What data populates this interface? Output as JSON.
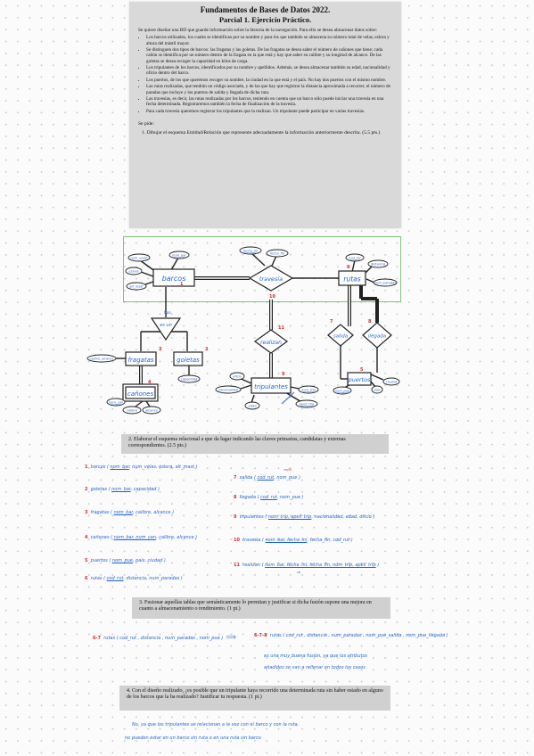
{
  "exam": {
    "title": "Fundamentos de Bases de Datos 2022.",
    "subtitle": "Parcial 1. Ejercicio Práctico.",
    "intro": "Se quiere diseñar una BD que guarde información sobre la historia de la navegación. Para ello se desea almacenar datos sobre:",
    "requirements": [
      "Los barcos utilizados, los cuales se identifican por su nombre y para los que también se almacena su número total de velas, eslora y altura del mástil mayor.",
      "Se distinguen dos tipos de barcos: las fragatas y las goletas. De las fragatas se desea saber el número de cañones que tiene; cada cañón se identifica por un número dentro de la fragata en la que está y hay que saber su calibre y su longitud de alcance. De las goletas se desea recoger la capacidad en kilos de carga.",
      "Los tripulantes de los barcos, identificados por su nombre y apellidos. Además, se desea almacenar también su edad, nacionalidad y oficio dentro del barco.",
      "Los puertos, de los que queremos recoger su nombre, la ciudad en la que está y el país. No hay dos puertos con el mismo nombre.",
      "Las rutas realizadas, que tendrán un código asociado, y de las que hay que registrar la distancia aproximada a recorrer, el número de paradas que incluye y los puertos de salida y llegada de dicha ruta.",
      "Las travesías, es decir, las rutas realizadas por los barcos, teniendo en cuenta que un barco sólo puede iniciar una travesía en una fecha determinada. Registraremos también la fecha de finalización de la travesía.",
      "Para cada travesía queremos registrar los tripulantes que la realizan. Un tripulante puede participar en varias travesías."
    ],
    "se_pide": "Se pide:",
    "task1": "1.   Dibujar el esquema Entidad/Relación que represente adecuadamente la información anteriormente descrita. (5.5 pts.)",
    "task2": "2.   Elaborar el esquema relacional a que da lugar indicando las claves primarias, candidatas y externas correspondientes. (2.5 pts.)",
    "task3": "3.   Fusionar aquellas tablas que semánticamente lo permitan y justificar si dicha fusión supone una mejora en cuanto a almacenamiento o rendimiento. (1 pt.)",
    "task4": "4.   Con el diseño realizado, ¿es posible que un tripulante haya recorrido una determinada ruta sin haber estado en alguno de los barcos que la ha realizado? Justificar tu respuesta. (1 pt.)"
  },
  "er": {
    "entities": {
      "barcos": "barcos",
      "fragatas": "fragatas",
      "goletas": "goletas",
      "canones": "cañones",
      "tripulantes": "tripulantes",
      "rutas": "rutas",
      "puertos": "puertos"
    },
    "relations": {
      "travesia": "travesía",
      "realizan": "realizan",
      "salida": "salida",
      "llegada": "llegada",
      "isa": "es un"
    },
    "attributes": {
      "num_velas": "num_velas",
      "nom_bar": "nom_bar",
      "eslora": "eslora",
      "alt_mast": "alt_mast",
      "fecha_ini": "fecha_ini",
      "fecha_fin": "fecha_fin",
      "cod_rut": "cod_rut",
      "distancia": "distancia",
      "num_paradas": "num_paradas",
      "tipo": "tipo",
      "calibre_alcance": "calibre, alcance",
      "capacidad": "capacidad",
      "num_can": "num_can",
      "calibre": "calibre",
      "alcance": "alcance",
      "oficio": "oficio",
      "nacionalidad": "nacionalidad",
      "edad": "edad",
      "nom_trip": "nom_trip",
      "apell_trip": "apell_trip",
      "nom_pue": "nom_pue",
      "pais": "pais",
      "ciudad": "ciudad"
    },
    "numbers": {
      "barcos": "1",
      "goletas": "2",
      "fragatas": "3",
      "canones": "4",
      "puertos": "5",
      "rutas": "6",
      "salida": "7",
      "llegada": "8",
      "tripulantes": "9",
      "travesia": "10",
      "realizan": "11"
    }
  },
  "relational": {
    "left": [
      {
        "n": "1",
        "name": "barcos",
        "pk": "nom_bar",
        "rest": ", num_velas, eslora, alt_mast"
      },
      {
        "n": "2",
        "name": "goletas",
        "pk": "nom_bar",
        "rest": ", capacidad"
      },
      {
        "n": "3",
        "name": "fragatas",
        "pk": "nom_bar",
        "rest": ", calibre, alcance"
      },
      {
        "n": "4",
        "name": "cañones",
        "pk": "nom_bar, num_can",
        "rest": ", calibre, alcance"
      },
      {
        "n": "5",
        "name": "puertos",
        "pk": "nom_pue",
        "rest": ", pais, ciudad"
      },
      {
        "n": "6",
        "name": "rutas",
        "pk": "cod_rut",
        "rest": ", distancia, num_paradas"
      }
    ],
    "right": [
      {
        "n": "7",
        "name": "salida",
        "pk": "cod_rut",
        "rest": ", nom_pue"
      },
      {
        "n": "8",
        "name": "llegada",
        "pk": "cod_rut",
        "rest": ", nom_pue"
      },
      {
        "n": "9",
        "name": "tripulantes",
        "pk": "nom_trip, apell_trip",
        "rest": ", nacionalidad, edad, oficio"
      },
      {
        "n": "10",
        "name": "travesia",
        "pk": "nom_bar, fecha_ini",
        "rest": ", fecha_fin, cod_rut"
      },
      {
        "n": "11",
        "name": "realizan",
        "pk": "nom_bar, fecha_ini, fecha_fin, nom_trip, apell_trip",
        "rest": ""
      }
    ],
    "ce": "ce(6)",
    "cp": "cp"
  },
  "fusion": {
    "left_label": "6-7",
    "left_name": "rutas",
    "left_fields": "cod_rut , distancia , num_paradas , nom_pue",
    "right_label": "6-7-8",
    "right_name": "rutas",
    "right_fields": "cod_rut , distancia , num_paradas , nom_pue_salida , nom_pue_llegada",
    "note_line1": "es una muy buena fusión, ya que los atributos",
    "note_line2": "añadidos se van a rellenar en todos los casos"
  },
  "answer4": {
    "line1": "No, ya que los tripulantes se relacionan a la vez con el barco y con la ruta,",
    "line2": "no pueden estar en un barco sin ruta o en una ruta sin barco"
  }
}
